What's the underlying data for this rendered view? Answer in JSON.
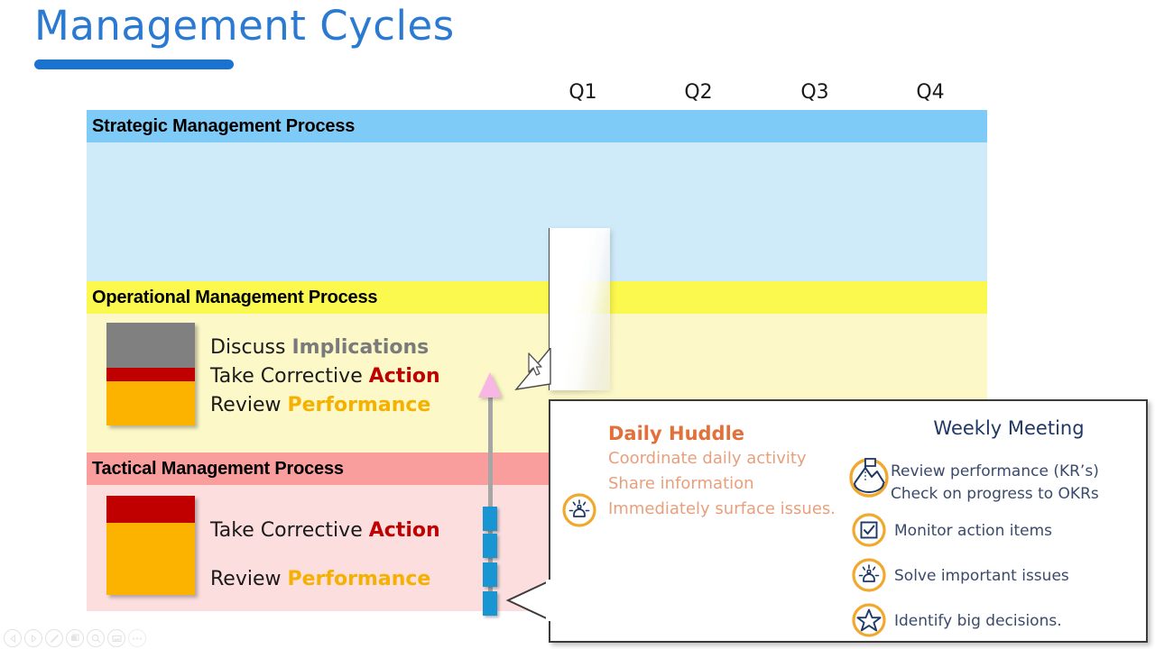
{
  "slide": {
    "title": "Management Cycles",
    "accent_color": "#1a73cf"
  },
  "timeline": {
    "quarters": [
      "Q1",
      "Q2",
      "Q3",
      "Q4"
    ],
    "tick_color": "#1a95d4",
    "arrow_color": "#f7b6e4"
  },
  "bands": [
    {
      "id": "strategic",
      "header": "Strategic Management Process",
      "header_color": "#7ecbf7",
      "body_color": "#cfeaf9",
      "bullets": []
    },
    {
      "id": "operational",
      "header": "Operational Management Process",
      "header_color": "#fbf84e",
      "body_color": "#fcf8c8",
      "bullets": [
        {
          "lead": "Discuss ",
          "emph": "Implications",
          "emph_style": "grey"
        },
        {
          "lead": "Take Corrective ",
          "emph": "Action",
          "emph_style": "red"
        },
        {
          "lead": "Review ",
          "emph": "Performance",
          "emph_style": "yellow"
        }
      ],
      "stack": [
        {
          "color": "#808080",
          "ratio": 44
        },
        {
          "color": "#c00000",
          "ratio": 13
        },
        {
          "color": "#fbb300",
          "ratio": 43
        }
      ]
    },
    {
      "id": "tactical",
      "header": "Tactical Management Process",
      "header_color": "#f99d9d",
      "body_color": "#fcdedf",
      "bullets": [
        {
          "lead": "Take Corrective ",
          "emph": "Action",
          "emph_style": "red"
        },
        {
          "lead": "Review ",
          "emph": "Performance",
          "emph_style": "yellow"
        }
      ],
      "stack": [
        {
          "color": "#c00000",
          "ratio": 27
        },
        {
          "color": "#fbb300",
          "ratio": 73
        }
      ]
    }
  ],
  "callout": {
    "daily": {
      "title": "Daily Huddle",
      "title_color": "#e2703a",
      "lines": [
        "Coordinate daily activity",
        "Share information",
        "Immediately surface issues."
      ],
      "icon": "alarm-siren-icon"
    },
    "weekly": {
      "title": "Weekly Meeting",
      "title_color": "#1f3864",
      "items": [
        {
          "icon": "mountain-flag-icon",
          "lines": [
            "Review performance (KR’s)",
            "Check on progress to OKRs"
          ]
        },
        {
          "icon": "checkbox-icon",
          "lines": [
            "Monitor action items"
          ]
        },
        {
          "icon": "alarm-siren-icon",
          "lines": [
            "Solve important issues"
          ]
        },
        {
          "icon": "star-icon",
          "lines": [
            "Identify big decisions."
          ]
        }
      ]
    }
  },
  "toolbar": {
    "buttons": [
      {
        "name": "previous-button",
        "glyph": "◀"
      },
      {
        "name": "play-button",
        "glyph": "▶"
      },
      {
        "name": "pen-button",
        "glyph": "╱"
      },
      {
        "name": "slides-button",
        "glyph": "▣"
      },
      {
        "name": "zoom-button",
        "glyph": "⚲"
      },
      {
        "name": "notes-button",
        "glyph": "▭"
      },
      {
        "name": "more-options-button",
        "glyph": "⋯"
      }
    ]
  }
}
